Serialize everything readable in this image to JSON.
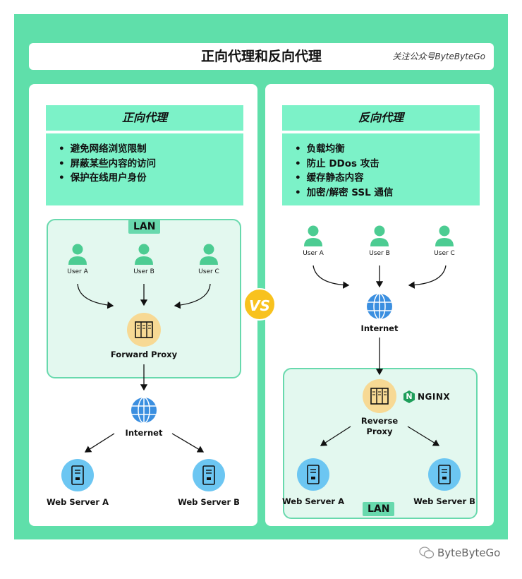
{
  "header": {
    "title": "正向代理和反向代理",
    "attribution": "关注公众号ByteByteGo"
  },
  "left": {
    "title": "正向代理",
    "bullets": [
      "避免网络浏览限制",
      "屏蔽某些内容的访问",
      "保护在线用户身份"
    ],
    "lan_label": "LAN",
    "users": [
      "User A",
      "User B",
      "User C"
    ],
    "proxy_label": "Forward Proxy",
    "internet_label": "Internet",
    "servers": [
      "Web Server A",
      "Web Server B"
    ]
  },
  "right": {
    "title": "反向代理",
    "bullets": [
      "负载均衡",
      "防止 DDos 攻击",
      "缓存静态内容",
      "加密/解密 SSL 通信"
    ],
    "users": [
      "User A",
      "User B",
      "User C"
    ],
    "internet_label": "Internet",
    "proxy_label_line1": "Reverse",
    "proxy_label_line2": "Proxy",
    "nginx_letter": "N",
    "nginx_label": "NGINX",
    "servers": [
      "Web Server A",
      "Web Server B"
    ],
    "lan_label": "LAN"
  },
  "vs_label": "VS",
  "footer": {
    "brand": "ByteByteGo"
  },
  "colors": {
    "frame": "#5fdfaa",
    "box": "#7cf2c8",
    "lan_bg": "#e3f8ef",
    "lan_border": "#68d9ad",
    "user_icon": "#4ccc92",
    "proxy_circle": "#f7d994",
    "server_circle": "#6cc6f2",
    "globe": "#3b8fe0",
    "vs": "#f8c21e"
  }
}
